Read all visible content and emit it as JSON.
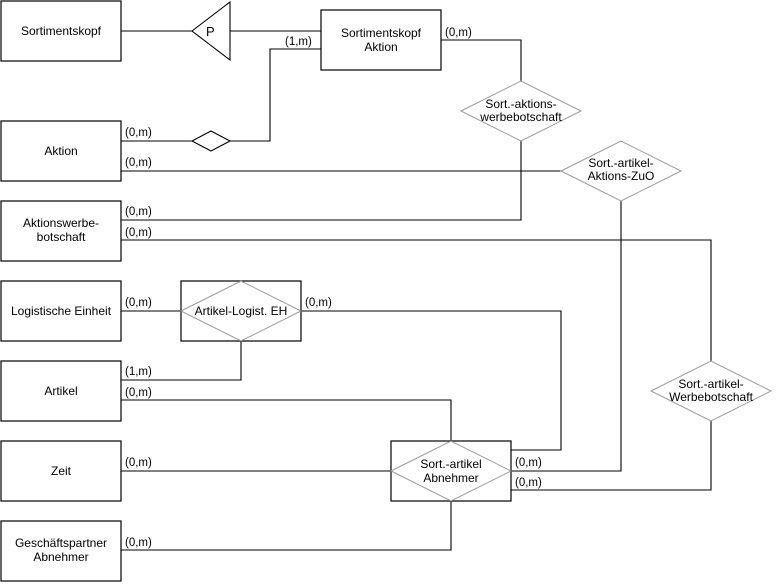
{
  "entities": {
    "sortimentskopf": "Sortimentskopf",
    "sortimentskopf_aktion": [
      "Sortimentskopf",
      "Aktion"
    ],
    "aktion": "Aktion",
    "aktionswerbebotschaft": [
      "Aktionswerbe-",
      "botschaft"
    ],
    "logistische_einheit": "Logistische Einheit",
    "artikel": "Artikel",
    "zeit": "Zeit",
    "geschaeftspartner": [
      "Geschäftspartner",
      "Abnehmer"
    ],
    "artikel_logist_eh": "Artikel-Logist. EH",
    "sort_artikel_abnehmer": [
      "Sort.-artikel",
      "Abnehmer"
    ]
  },
  "relationships": {
    "specialization": "P",
    "sort_aktions_werbebotschaft": [
      "Sort.-aktions-",
      "werbebotschaft"
    ],
    "sort_artikel_aktions_zuo": [
      "Sort.-artikel-",
      "Aktions-ZuO"
    ],
    "sort_artikel_werbebotschaft": [
      "Sort.-artikel-",
      "Werbebotschaft"
    ]
  },
  "cardinalities": {
    "sk_aktion_top": "(1,m)",
    "sk_aktion_right": "(0,m)",
    "aktion_1": "(0,m)",
    "aktion_2": "(0,m)",
    "awb_1": "(0,m)",
    "awb_2": "(0,m)",
    "logeh": "(0,m)",
    "artikel_logist_right": "(0,m)",
    "artikel_1": "(1,m)",
    "artikel_2": "(0,m)",
    "zeit": "(0,m)",
    "abnehmer_1": "(0,m)",
    "abnehmer_2": "(0,m)",
    "geschaeftspartner": "(0,m)"
  }
}
